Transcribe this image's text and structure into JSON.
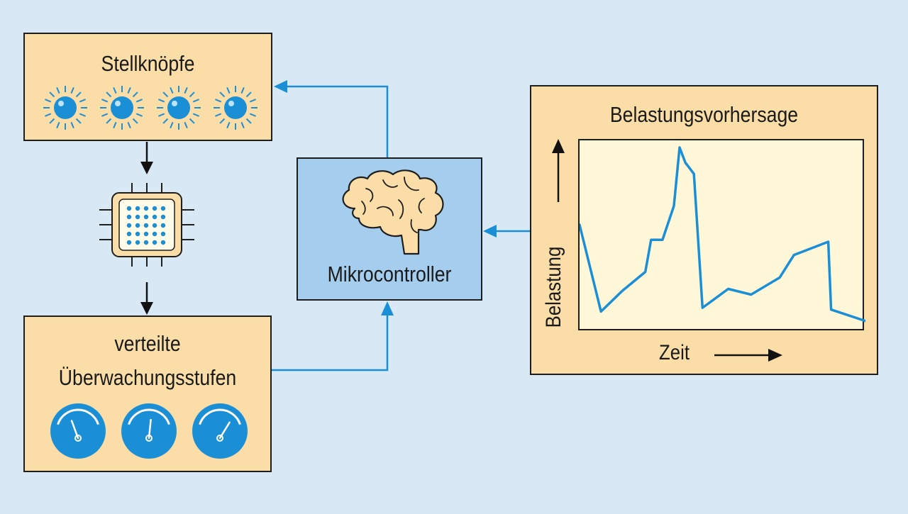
{
  "diagram": {
    "knobs_box": {
      "title": "Stellknöpfe"
    },
    "stages_box": {
      "title_line1": "verteilte",
      "title_line2": "Überwachungsstufen"
    },
    "mcu_box": {
      "title": "Mikrocontroller"
    },
    "forecast_box": {
      "title": "Belastungsvorhersage"
    }
  },
  "chart_data": {
    "type": "line",
    "title": "Belastungsvorhersage",
    "xlabel": "Zeit",
    "ylabel": "Belastung",
    "x": [
      0,
      7.5,
      15,
      23,
      25,
      29,
      33,
      35,
      37,
      40,
      43,
      52,
      60,
      70,
      75,
      87,
      88,
      100
    ],
    "y": [
      56,
      10,
      21,
      31,
      48,
      48,
      66,
      97,
      89,
      83,
      12,
      22,
      19,
      28,
      40,
      47,
      11,
      5
    ],
    "xlim": [
      0,
      100
    ],
    "ylim": [
      0,
      100
    ],
    "grid": false,
    "colors": {
      "line": "#1a8fd6",
      "axis_arrow": "#111111"
    }
  },
  "colors": {
    "background": "#d8e9f5",
    "box_fill": "#fbdda8",
    "mcu_fill": "#a5cdee",
    "accent_blue": "#1a8fd6"
  },
  "icons": {
    "knobs": [
      "knob-icon",
      "knob-icon",
      "knob-icon",
      "knob-icon"
    ],
    "chip": "chip-icon",
    "brain": "brain-icon",
    "gauges": [
      "gauge-icon",
      "gauge-icon",
      "gauge-icon"
    ]
  }
}
